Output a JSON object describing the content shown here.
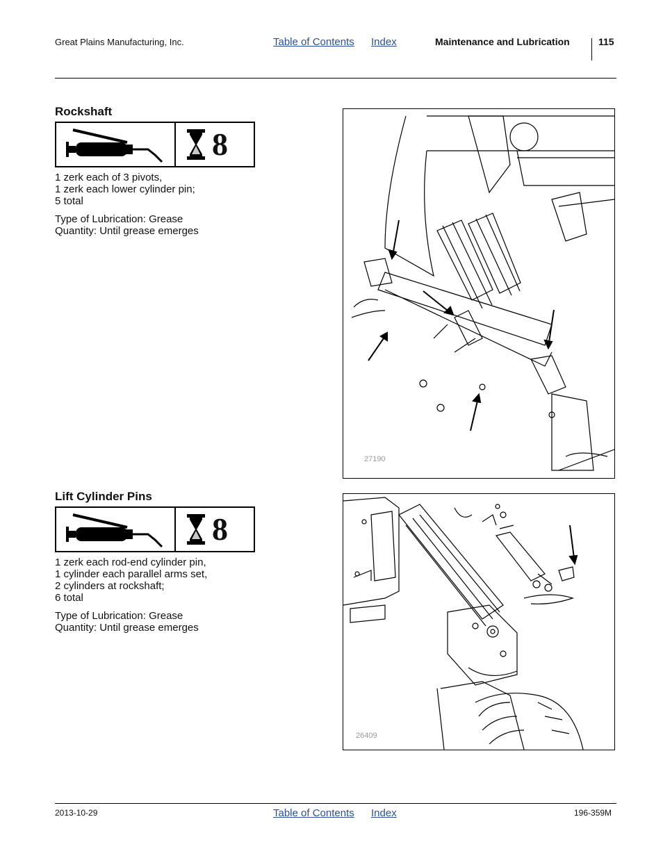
{
  "header": {
    "company": "Great Plains Manufacturing, Inc.",
    "toc_link": "Table of Contents",
    "index_link": "Index",
    "section": "Maintenance and Lubrication",
    "page_number": "115"
  },
  "sections": [
    {
      "title": "Rockshaft",
      "interval": "8",
      "lines": [
        "1 zerk each of 3 pivots,",
        "1 zerk each lower cylinder pin;",
        "5 total"
      ],
      "lubrication_type": "Type of Lubrication: Grease",
      "quantity": "Quantity: Until grease emerges",
      "figure_number": "27190"
    },
    {
      "title": "Lift Cylinder Pins",
      "interval": "8",
      "lines": [
        "1 zerk each rod-end cylinder pin,",
        "1 cylinder each parallel arms set,",
        "2 cylinders at rockshaft;",
        "6 total"
      ],
      "lubrication_type": "Type of Lubrication: Grease",
      "quantity": "Quantity: Until grease emerges",
      "figure_number": "26409"
    }
  ],
  "icons": {
    "grease_gun": "grease-gun-icon",
    "hourglass": "hourglass-icon"
  },
  "footer": {
    "date": "2013-10-29",
    "toc_link": "Table of Contents",
    "index_link": "Index",
    "doc_number": "196-359M"
  },
  "colors": {
    "link": "#2b4f9a",
    "text": "#111111",
    "hourglass_sand": "#c8c8c8"
  }
}
